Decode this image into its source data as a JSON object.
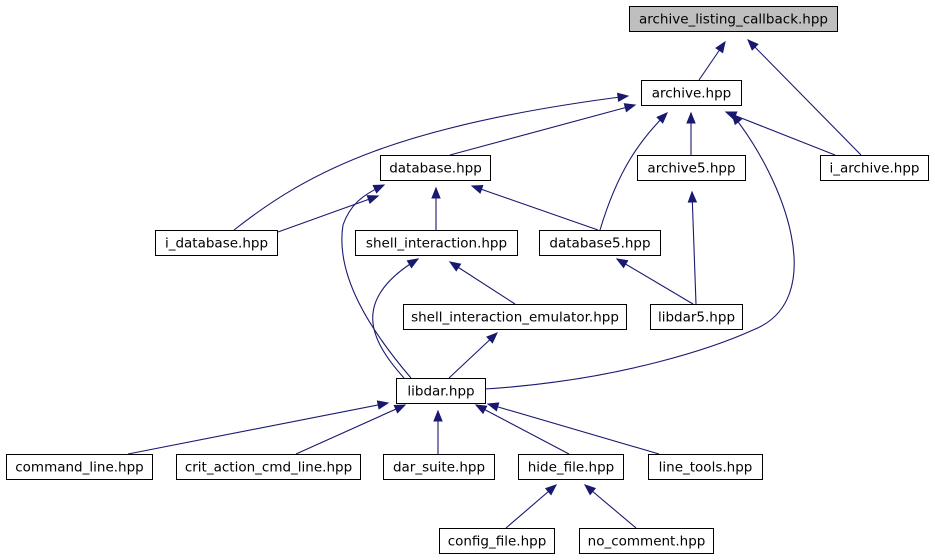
{
  "graph": {
    "title": "archive_listing_callback.hpp include dependency graph",
    "edge_color": "#191970",
    "root_fill": "#bfbfbf",
    "nodes": [
      {
        "id": "archive_listing_callback",
        "label": "archive_listing_callback.hpp",
        "root": true
      },
      {
        "id": "archive",
        "label": "archive.hpp"
      },
      {
        "id": "database",
        "label": "database.hpp"
      },
      {
        "id": "archive5",
        "label": "archive5.hpp"
      },
      {
        "id": "i_archive",
        "label": "i_archive.hpp"
      },
      {
        "id": "i_database",
        "label": "i_database.hpp"
      },
      {
        "id": "shell_interaction",
        "label": "shell_interaction.hpp"
      },
      {
        "id": "database5",
        "label": "database5.hpp"
      },
      {
        "id": "shell_interaction_emulator",
        "label": "shell_interaction_emulator.hpp"
      },
      {
        "id": "libdar5",
        "label": "libdar5.hpp"
      },
      {
        "id": "libdar",
        "label": "libdar.hpp"
      },
      {
        "id": "command_line",
        "label": "command_line.hpp"
      },
      {
        "id": "crit_action_cmd_line",
        "label": "crit_action_cmd_line.hpp"
      },
      {
        "id": "dar_suite",
        "label": "dar_suite.hpp"
      },
      {
        "id": "hide_file",
        "label": "hide_file.hpp"
      },
      {
        "id": "line_tools",
        "label": "line_tools.hpp"
      },
      {
        "id": "config_file",
        "label": "config_file.hpp"
      },
      {
        "id": "no_comment",
        "label": "no_comment.hpp"
      }
    ],
    "edges": [
      {
        "from": "archive",
        "to": "archive_listing_callback"
      },
      {
        "from": "i_archive",
        "to": "archive_listing_callback"
      },
      {
        "from": "i_database",
        "to": "archive"
      },
      {
        "from": "database",
        "to": "archive"
      },
      {
        "from": "database5",
        "to": "archive"
      },
      {
        "from": "archive5",
        "to": "archive"
      },
      {
        "from": "i_archive",
        "to": "archive"
      },
      {
        "from": "libdar",
        "to": "archive"
      },
      {
        "from": "i_database",
        "to": "database"
      },
      {
        "from": "shell_interaction",
        "to": "database"
      },
      {
        "from": "database5",
        "to": "database"
      },
      {
        "from": "libdar",
        "to": "database"
      },
      {
        "from": "libdar5",
        "to": "archive5"
      },
      {
        "from": "shell_interaction_emulator",
        "to": "shell_interaction"
      },
      {
        "from": "libdar",
        "to": "shell_interaction"
      },
      {
        "from": "libdar5",
        "to": "database5"
      },
      {
        "from": "libdar",
        "to": "shell_interaction_emulator"
      },
      {
        "from": "command_line",
        "to": "libdar"
      },
      {
        "from": "crit_action_cmd_line",
        "to": "libdar"
      },
      {
        "from": "dar_suite",
        "to": "libdar"
      },
      {
        "from": "hide_file",
        "to": "libdar"
      },
      {
        "from": "line_tools",
        "to": "libdar"
      },
      {
        "from": "config_file",
        "to": "hide_file"
      },
      {
        "from": "no_comment",
        "to": "hide_file"
      }
    ]
  }
}
